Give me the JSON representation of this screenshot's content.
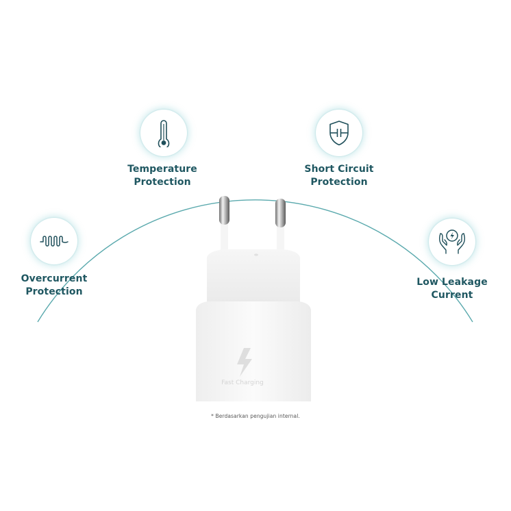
{
  "colors": {
    "text": "#1f5761",
    "arc": "#5aa9ad",
    "icon_stroke": "#1f4f5a",
    "glow": "#a8dde0"
  },
  "features": [
    {
      "id": "temperature",
      "icon": "thermometer-icon",
      "line1": "Temperature",
      "line2": "Protection"
    },
    {
      "id": "short-circuit",
      "icon": "shield-capacitor-icon",
      "line1": "Short Circuit",
      "line2": "Protection"
    },
    {
      "id": "overcurrent",
      "icon": "wave-current-icon",
      "line1": "Overcurrent",
      "line2": "Protection"
    },
    {
      "id": "low-leakage",
      "icon": "hands-lightning-icon",
      "line1": "Low Leakage",
      "line2": "Current"
    }
  ],
  "product": {
    "name": "Travel adapter charger (EU plug)",
    "marking": "Fast Charging",
    "marking_icon": "lightning-bolt-icon"
  },
  "footnote": "* Berdasarkan pengujian internal."
}
